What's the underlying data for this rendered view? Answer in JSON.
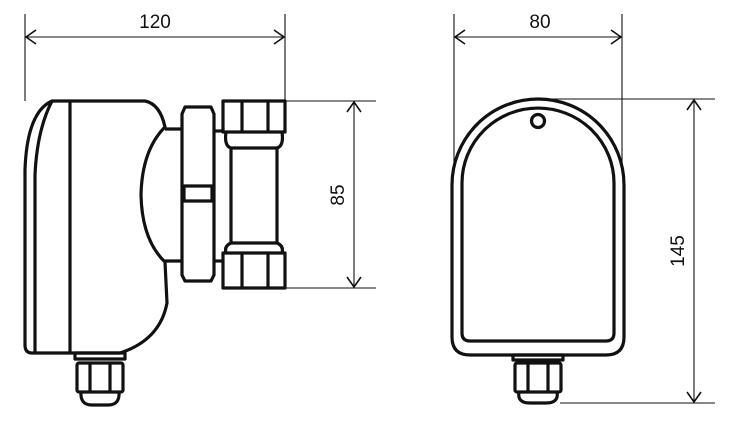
{
  "dimensions": {
    "side_width": "120",
    "side_height": "85",
    "front_width": "80",
    "front_height": "145"
  },
  "colors": {
    "line": "#111111",
    "background": "#ffffff"
  }
}
